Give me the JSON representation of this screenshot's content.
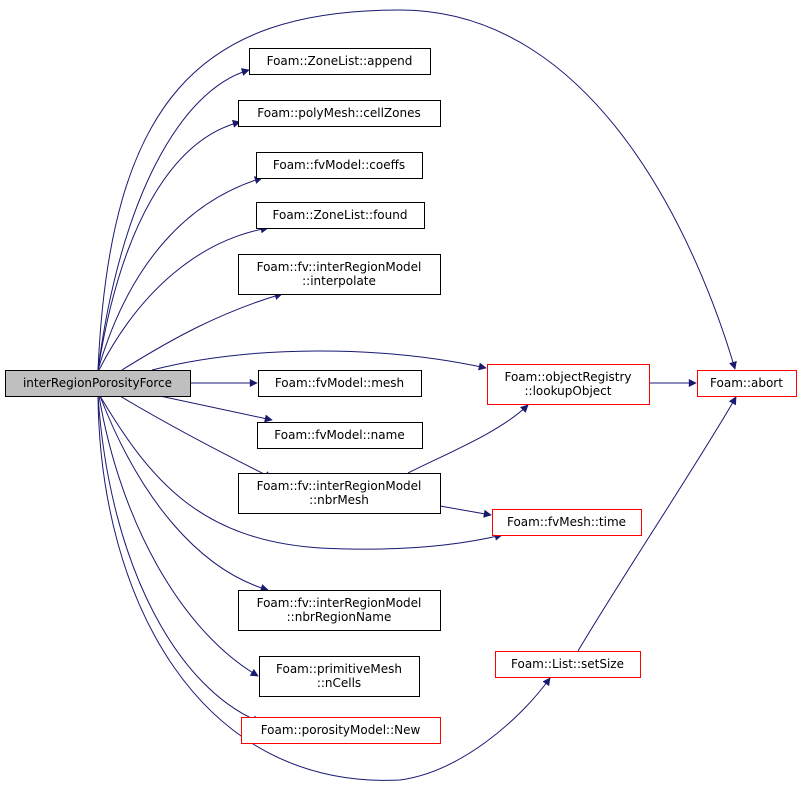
{
  "colors": {
    "edge": "#191970",
    "root_fill": "#bfbfbf",
    "node_border": "#000000",
    "incomplete_border": "#ff0000"
  },
  "nodes": [
    {
      "id": "root",
      "lines": [
        "interRegionPorosityForce"
      ],
      "kind": "root"
    },
    {
      "id": "append",
      "lines": [
        "Foam::ZoneList::append"
      ],
      "kind": "normal"
    },
    {
      "id": "cellZones",
      "lines": [
        "Foam::polyMesh::cellZones"
      ],
      "kind": "normal"
    },
    {
      "id": "coeffs",
      "lines": [
        "Foam::fvModel::coeffs"
      ],
      "kind": "normal"
    },
    {
      "id": "found",
      "lines": [
        "Foam::ZoneList::found"
      ],
      "kind": "normal"
    },
    {
      "id": "interpolate",
      "lines": [
        "Foam::fv::interRegionModel",
        "::interpolate"
      ],
      "kind": "normal"
    },
    {
      "id": "mesh",
      "lines": [
        "Foam::fvModel::mesh"
      ],
      "kind": "normal"
    },
    {
      "id": "name",
      "lines": [
        "Foam::fvModel::name"
      ],
      "kind": "normal"
    },
    {
      "id": "nbrMesh",
      "lines": [
        "Foam::fv::interRegionModel",
        "::nbrMesh"
      ],
      "kind": "normal"
    },
    {
      "id": "nbrRegionName",
      "lines": [
        "Foam::fv::interRegionModel",
        "::nbrRegionName"
      ],
      "kind": "normal"
    },
    {
      "id": "nCells",
      "lines": [
        "Foam::primitiveMesh",
        "::nCells"
      ],
      "kind": "normal"
    },
    {
      "id": "New",
      "lines": [
        "Foam::porosityModel::New"
      ],
      "kind": "incomplete"
    },
    {
      "id": "lookupObject",
      "lines": [
        "Foam::objectRegistry",
        "::lookupObject"
      ],
      "kind": "incomplete"
    },
    {
      "id": "abort",
      "lines": [
        "Foam::abort"
      ],
      "kind": "incomplete"
    },
    {
      "id": "time",
      "lines": [
        "Foam::fvMesh::time"
      ],
      "kind": "incomplete"
    },
    {
      "id": "setSize",
      "lines": [
        "Foam::List::setSize"
      ],
      "kind": "incomplete"
    }
  ],
  "edges": [
    {
      "from": "root",
      "to": "abort"
    },
    {
      "from": "root",
      "to": "append"
    },
    {
      "from": "root",
      "to": "cellZones"
    },
    {
      "from": "root",
      "to": "coeffs"
    },
    {
      "from": "root",
      "to": "found"
    },
    {
      "from": "root",
      "to": "interpolate"
    },
    {
      "from": "root",
      "to": "lookupObject"
    },
    {
      "from": "root",
      "to": "mesh"
    },
    {
      "from": "root",
      "to": "name"
    },
    {
      "from": "root",
      "to": "nbrMesh"
    },
    {
      "from": "root",
      "to": "time"
    },
    {
      "from": "root",
      "to": "nbrRegionName"
    },
    {
      "from": "root",
      "to": "nCells"
    },
    {
      "from": "root",
      "to": "New"
    },
    {
      "from": "root",
      "to": "setSize"
    },
    {
      "from": "lookupObject",
      "to": "abort"
    },
    {
      "from": "nbrMesh",
      "to": "lookupObject"
    },
    {
      "from": "nbrMesh",
      "to": "time"
    },
    {
      "from": "setSize",
      "to": "abort"
    }
  ]
}
